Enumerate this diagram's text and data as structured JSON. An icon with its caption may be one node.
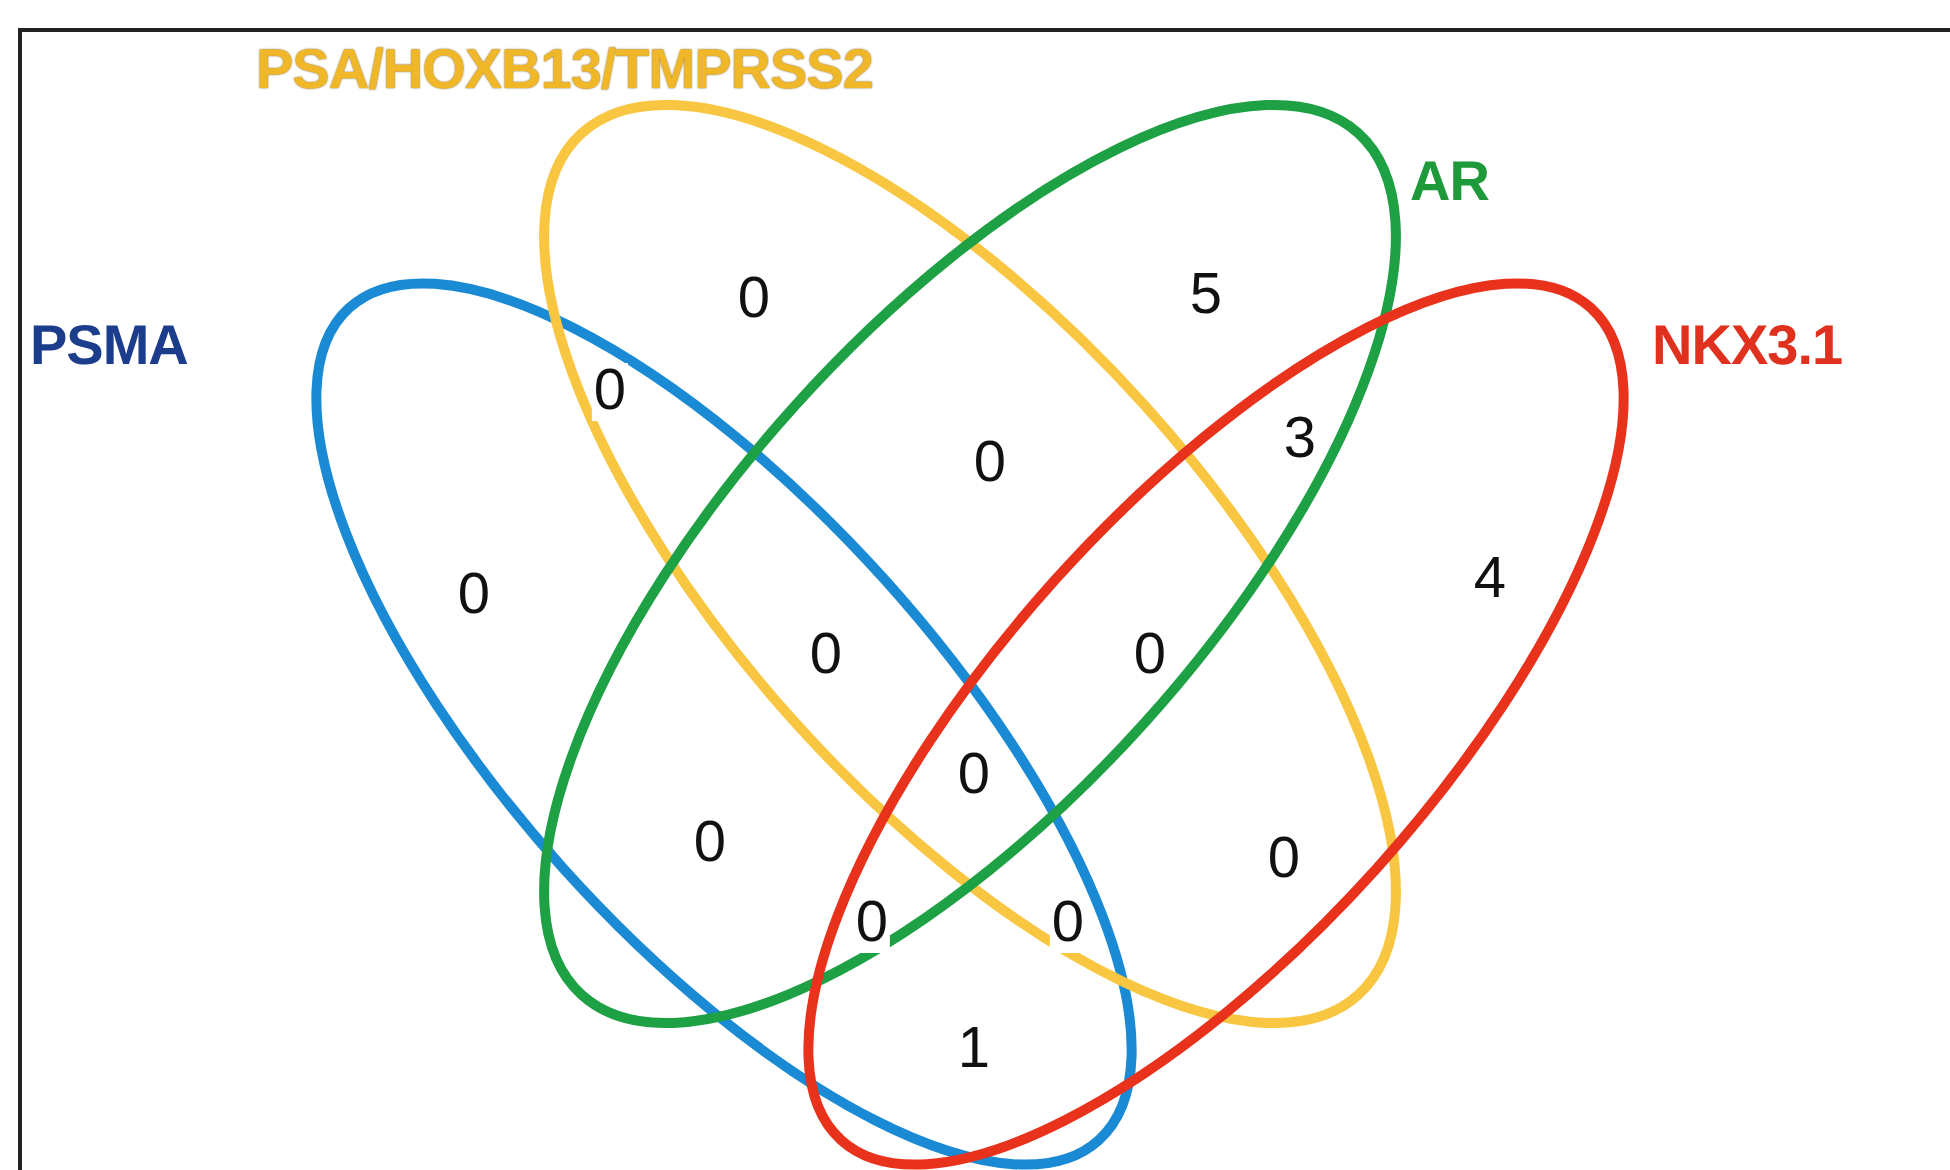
{
  "diagram": {
    "nodes": [
      {
        "text": [
          "PSMA"
        ]
      },
      {
        "text": [
          "PSA/HOXB13/TMPRSS2"
        ]
      },
      {
        "text": [
          "AR"
        ]
      },
      {
        "text": [
          "NKX3.1"
        ]
      }
    ],
    "labels": [
      "0",
      "5",
      "0",
      "0",
      "3",
      "0",
      "4",
      "0",
      "0",
      "0",
      "0",
      "0",
      "0",
      "0",
      "1"
    ]
  }
}
